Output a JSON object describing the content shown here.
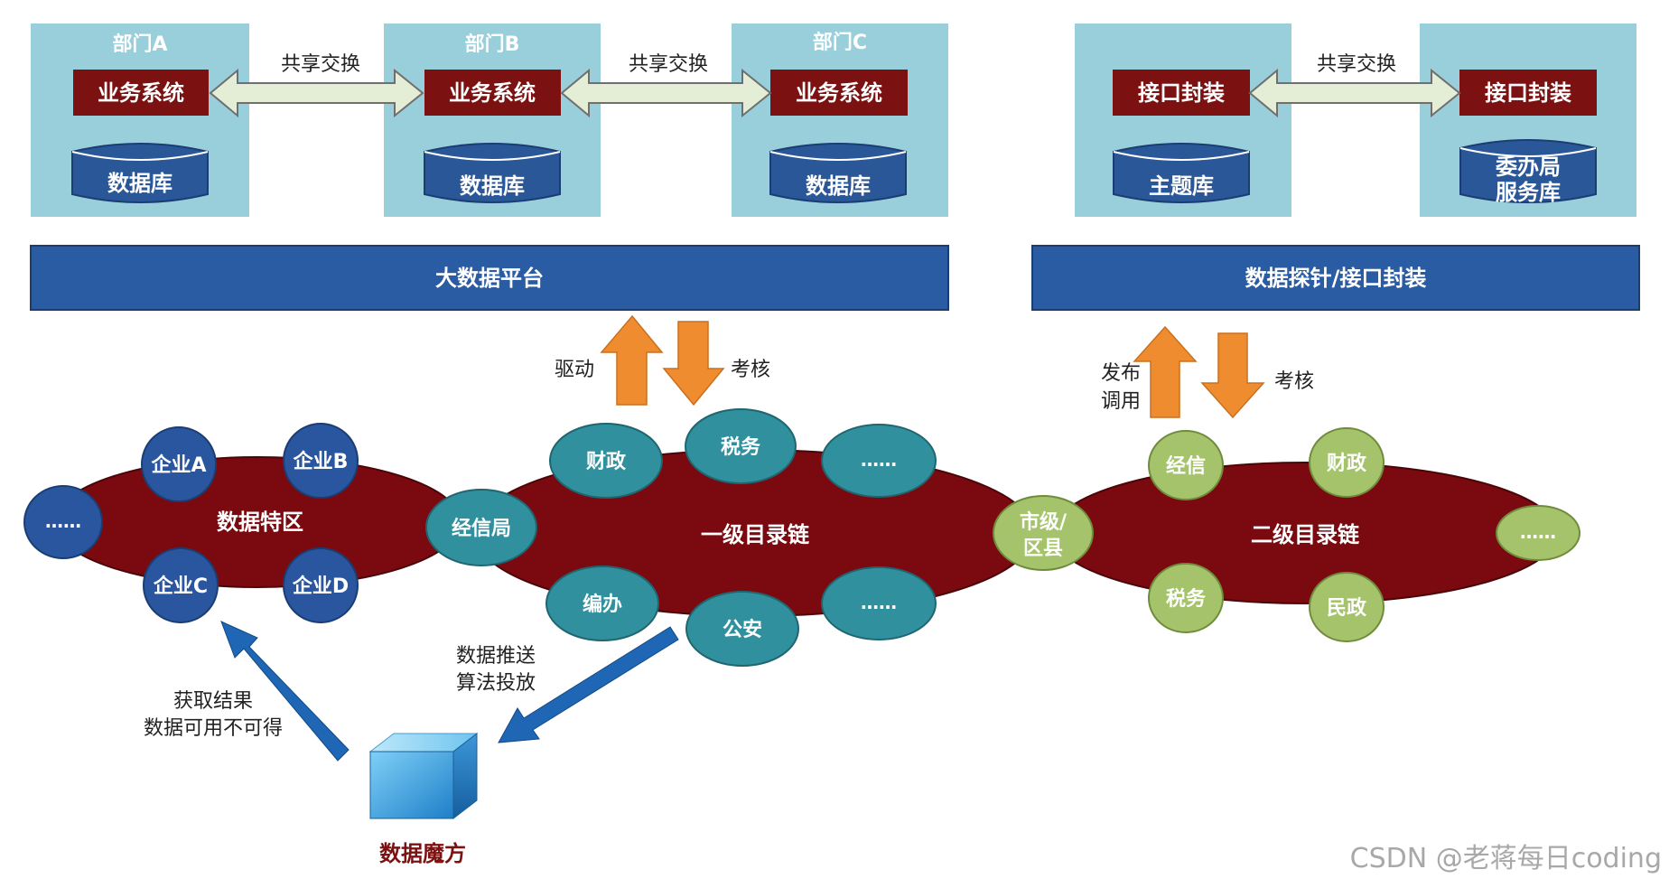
{
  "colors": {
    "dept_panel": "#99CFDB",
    "business_box": "#7B1111",
    "database": "#2A5798",
    "platform_bar": "#2A5CA3",
    "ring_dark_red": "#7A0A10",
    "node_blue": "#2A56A0",
    "node_teal": "#31909E",
    "node_green": "#A5C36A",
    "orange_arrow": "#F08C30",
    "blue_arrow": "#1F66B4",
    "exchange_arrow": "#E4EDD6",
    "cube": "#2D9BE0",
    "magic_label": "#7B1111"
  },
  "top_left": {
    "departments": [
      {
        "name": "部门A",
        "system": "业务系统",
        "db": "数据库"
      },
      {
        "name": "部门B",
        "system": "业务系统",
        "db": "数据库"
      },
      {
        "name": "部门C",
        "system": "业务系统",
        "db": "数据库"
      }
    ],
    "exchange_labels": [
      "共享交换",
      "共享交换"
    ],
    "platform": "大数据平台"
  },
  "top_right": {
    "panels": [
      {
        "system": "接口封装",
        "db": "主题库"
      },
      {
        "system": "接口封装",
        "db_lines": [
          "委办局",
          "服务库"
        ]
      }
    ],
    "exchange_label": "共享交换",
    "bar": "数据探针/接口封装"
  },
  "arrows": {
    "left_up": "驱动",
    "left_down": "考核",
    "right_up_lines": [
      "发布",
      "调用"
    ],
    "right_down": "考核"
  },
  "zone": {
    "label": "数据特区",
    "nodes": [
      "企业A",
      "企业B",
      "企业C",
      "企业D",
      "……"
    ]
  },
  "chain1": {
    "label": "一级目录链",
    "nodes": [
      "财政",
      "税务",
      "……",
      "编办",
      "公安",
      "……"
    ],
    "link_left": "经信局",
    "link_right_lines": [
      "市级/",
      "区县"
    ]
  },
  "chain2": {
    "label": "二级目录链",
    "nodes": [
      "经信",
      "财政",
      "税务",
      "民政",
      "……"
    ]
  },
  "magic": {
    "label": "数据魔方",
    "push_lines": [
      "数据推送",
      "算法投放"
    ],
    "result_lines": [
      "获取结果",
      "数据可用不可得"
    ]
  },
  "watermark": "CSDN @老蒋每日coding"
}
